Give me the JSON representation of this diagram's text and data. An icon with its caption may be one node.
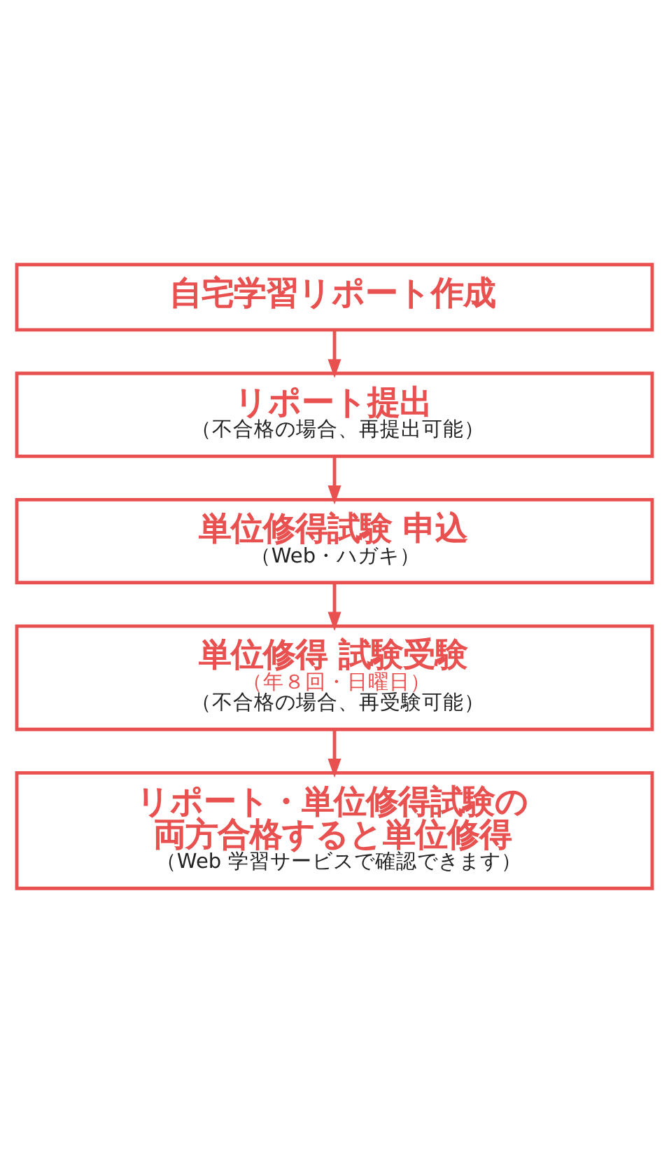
{
  "diagram": {
    "nodes": [
      {
        "text": [
          "自宅学習リポート作成"
        ]
      },
      {
        "text": [
          "リポート提出",
          "（不合格の場合、再提出可能）"
        ]
      },
      {
        "text": [
          "単位修得試験 申込",
          "（Web・ハガキ）"
        ]
      },
      {
        "text": [
          "単位修得 試験受験",
          "（年８回・日曜日）",
          "（不合格の場合、再受験可能）"
        ]
      },
      {
        "text": [
          "リポート・単位修得試験の両方合格すると単位修得",
          "（Web 学習サービスで確認できます）"
        ]
      }
    ],
    "edges": [
      {
        "from": 0,
        "to": 1,
        "arrow": "to"
      },
      {
        "from": 1,
        "to": 2,
        "arrow": "to"
      },
      {
        "from": 2,
        "to": 3,
        "arrow": "to"
      },
      {
        "from": 3,
        "to": 4,
        "arrow": "to"
      }
    ]
  }
}
